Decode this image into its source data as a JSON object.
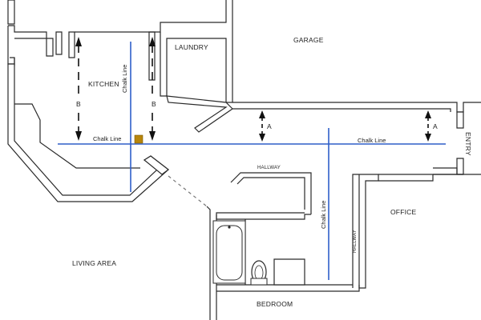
{
  "rooms": {
    "kitchen": "KITCHEN",
    "laundry": "LAUNDRY",
    "garage": "GARAGE",
    "entry": "ENTRY",
    "office": "OFFICE",
    "living_area": "LIVING AREA",
    "bedroom": "BEDROOM",
    "hallway_upper": "HALLWAY",
    "hallway_side": "HALLWAY"
  },
  "chalk_lines": {
    "label": "Chalk Line",
    "color": "#2f5fc9"
  },
  "measurements": {
    "a_label": "A",
    "b_label": "B"
  },
  "marker": {
    "color": "#b8860b"
  }
}
